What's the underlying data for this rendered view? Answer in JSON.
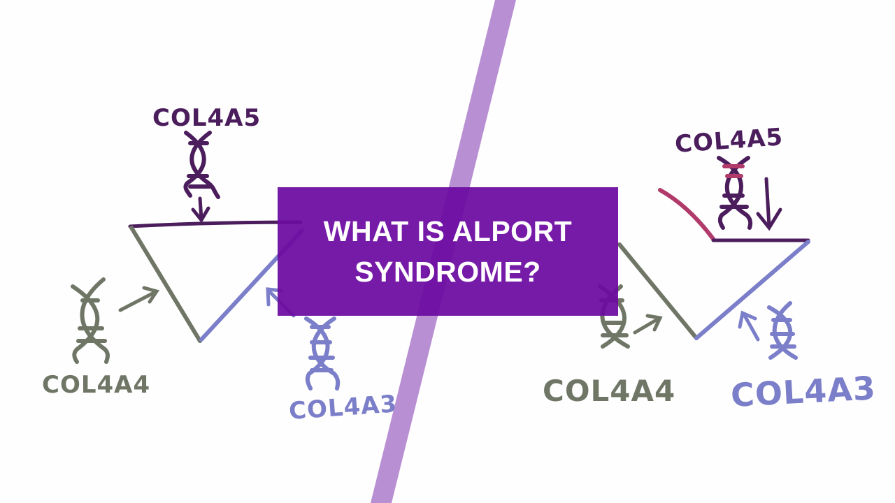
{
  "title": {
    "line1": "WHAT IS ALPORT",
    "line2": "SYNDROME?"
  },
  "left_panel": {
    "gene_top": "COL4A5",
    "gene_left": "COL4A4",
    "gene_right": "COL4A3"
  },
  "right_panel": {
    "gene_top": "COL4A5",
    "gene_left": "COL4A4",
    "gene_right": "COL4A3"
  },
  "colors": {
    "divider": "#b98fd4",
    "title_bg": "#6c0aa0",
    "col4a5": "#4b1d5c",
    "col4a4": "#6f7666",
    "col4a3": "#7b7ec9",
    "mutation": "#b03a6a"
  },
  "icons": [
    "dna-helix-icon",
    "arrow-icon"
  ]
}
